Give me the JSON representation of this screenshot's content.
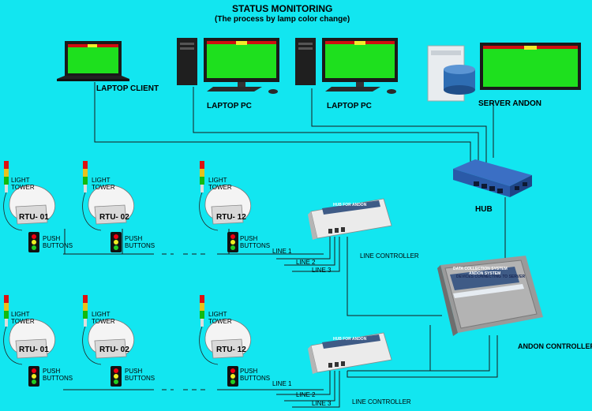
{
  "header": {
    "title": "STATUS MONITORING",
    "subtitle": "(The process by lamp color change)"
  },
  "devices": {
    "laptop_client": "LAPTOP  CLIENT",
    "laptop_pc_1": "LAPTOP  PC",
    "laptop_pc_2": "LAPTOP  PC",
    "server": "SERVER ANDON",
    "hub": "HUB",
    "andon_controller": "ANDON CONTROLLER",
    "andon_box_line1": "DATA COLLECTION SYSTEM",
    "andon_box_line2": "ANDON SYSTEM",
    "andon_box_line3": "DEVICES CONNECTING TO SERVER"
  },
  "groups": [
    {
      "rtus": [
        {
          "name": "RTU- 01",
          "tower": "LIGHT TOWER",
          "buttons": "PUSH BUTTONS"
        },
        {
          "name": "RTU- 02",
          "tower": "LIGHT TOWER",
          "buttons": "PUSH BUTTONS"
        },
        {
          "name": "RTU- 12",
          "tower": "LIGHT TOWER",
          "buttons": "PUSH BUTTONS"
        }
      ],
      "hub_label": "HUB FOR ANDON",
      "controller": "LINE CONTROLLER",
      "lines": [
        "LINE 1",
        "LINE 2",
        "LINE 3"
      ]
    },
    {
      "rtus": [
        {
          "name": "RTU- 01",
          "tower": "LIGHT TOWER",
          "buttons": "PUSH BUTTONS"
        },
        {
          "name": "RTU- 02",
          "tower": "LIGHT TOWER",
          "buttons": "PUSH BUTTONS"
        },
        {
          "name": "RTU- 12",
          "tower": "LIGHT TOWER",
          "buttons": "PUSH BUTTONS"
        }
      ],
      "hub_label": "HUB FOR ANDON",
      "controller": "LINE CONTROLLER",
      "lines": [
        "LINE 1",
        "LINE 2",
        "LINE 3"
      ]
    }
  ],
  "colors": {
    "background": "#12e6f0",
    "screen_green": "#1ee01e",
    "screen_bar": "#d10f0f",
    "screen_highlight": "#f2ea2a",
    "hub_blue": "#2a5aa8"
  }
}
